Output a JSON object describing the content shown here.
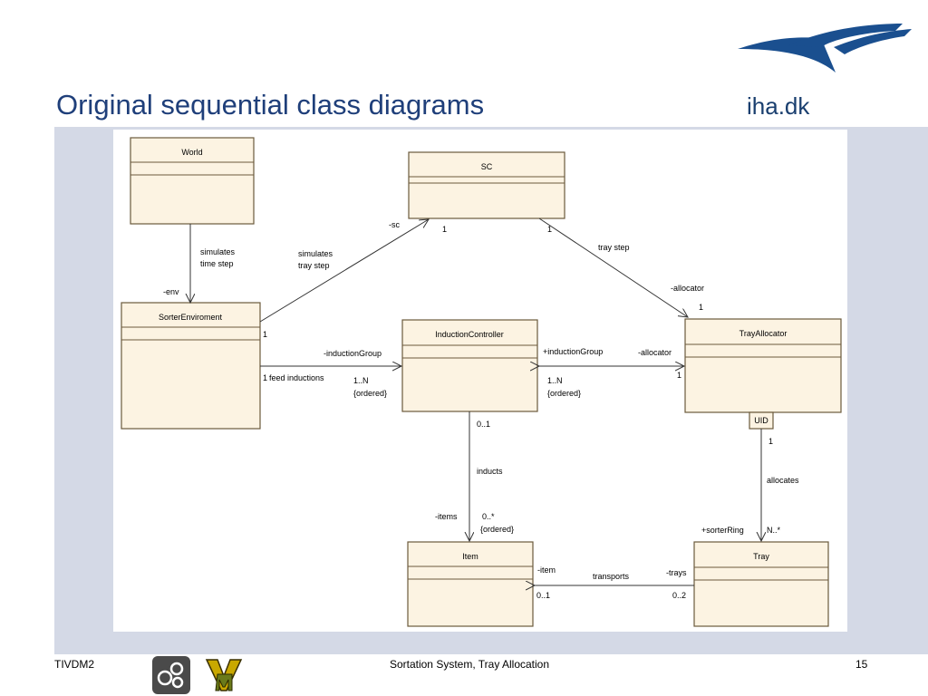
{
  "slide": {
    "title": "Original sequential class diagrams",
    "logo_text": "iha.dk",
    "footer_left": "TIVDM2",
    "footer_center": "Sortation System, Tray Allocation",
    "page_number": "15"
  },
  "diagram": {
    "classes": {
      "world": "World",
      "sc": "SC",
      "sorter_env": "SorterEnviroment",
      "induction_controller": "InductionController",
      "tray_allocator": "TrayAllocator",
      "item": "Item",
      "tray": "Tray"
    },
    "qualifier": "UID",
    "labels": {
      "simulates_time_1": "simulates",
      "simulates_time_2": "time step",
      "env": "-env",
      "sc_role": "-sc",
      "sc_mult_left": "1",
      "sc_mult_right": "1",
      "simulates_tray_1": "simulates",
      "simulates_tray_2": "tray step",
      "tray_step": "tray step",
      "allocator_top": "-allocator",
      "allocator_top_mult": "1",
      "sorter_env_mult": "1",
      "induction_group_left": "-inductionGroup",
      "feed_mult": "1",
      "feed_inductions": "feed inductions",
      "mult_1n_left": "1..N",
      "ordered_left": "{ordered}",
      "induction_group_right": "+inductionGroup",
      "mult_1n_right": "1..N",
      "ordered_right": "{ordered}",
      "allocator_mid": "-allocator",
      "allocator_mid_mult": "1",
      "ic_mult": "0..1",
      "inducts": "inducts",
      "items_role": "-items",
      "items_mult": "0..*",
      "items_ordered": "{ordered}",
      "uid_mult": "1",
      "allocates": "allocates",
      "sorter_ring": "+sorterRing",
      "n_mult": "N..*",
      "item_role": "-item",
      "item_mult": "0..1",
      "transports": "transports",
      "trays_role": "-trays",
      "trays_mult": "0..2"
    }
  },
  "colors": {
    "title": "#1f3f7a",
    "panel": "#d4d9e6",
    "class_fill": "#fcf3e2",
    "class_stroke": "#6b5a3c",
    "logo_blue": "#1a4f8f"
  },
  "icons": {
    "footer_icon_1": "gear-cluster-icon",
    "footer_icon_2": "vdm-logo-icon"
  }
}
